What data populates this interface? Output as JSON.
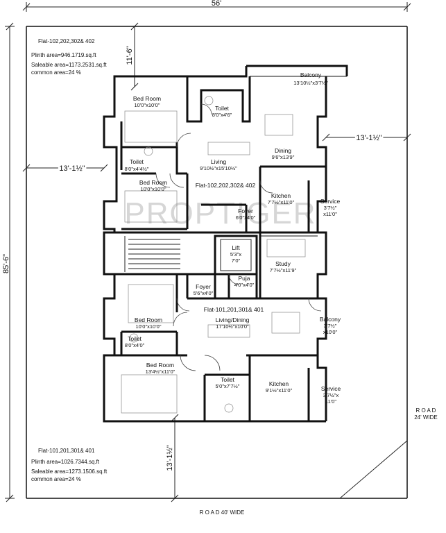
{
  "dimensions": {
    "top_width": "56'",
    "left_height": "85'-6\"",
    "top_setback": "11'-6\"",
    "right_setback": "13'-1½\"",
    "left_setback": "13'-1½\"",
    "bottom_setback": "13'-1½\""
  },
  "roads": {
    "bottom": "R O A D 40' WIDE",
    "right_line1": "R O A D",
    "right_line2": "24' WIDE"
  },
  "upper_flat_info": {
    "title": "Flat-102,202,302& 402",
    "plinth": "Plinth area=946.1719.sq.ft",
    "saleable": "Saleable area=1173.2531.sq.ft",
    "common": "common  area=24 %"
  },
  "lower_flat_info": {
    "title": "Flat-101,201,301& 401",
    "plinth": "Plinth area=1026.7344.sq.ft",
    "saleable": "Saleable area=1273.1506.sq.ft",
    "common": "common  area=24 %"
  },
  "upper_flat": {
    "label": "Flat-102,202,302& 402",
    "balcony": {
      "name": "Balcony",
      "size": "13'10½\"x3'7½\""
    },
    "bed1": {
      "name": "Bed Room",
      "size": "10'0\"x10'0\""
    },
    "toilet1": {
      "name": "Toilet",
      "size": "8'0\"x4'6\""
    },
    "toilet2": {
      "name": "Toilet",
      "size": "8'0\"x4'4½\""
    },
    "living": {
      "name": "Living",
      "size": "9'10½\"x15'10½\""
    },
    "dining": {
      "name": "Dining",
      "size": "9'6\"x13'9\""
    },
    "bed2": {
      "name": "Bed Room",
      "size": "10'0\"x10'0\""
    },
    "kitchen": {
      "name": "Kitchen",
      "size": "7'7½\"x11'0\""
    },
    "service": {
      "name": "Service",
      "size1": "3'7½\"",
      "size2": "x11'0\""
    },
    "foyer": {
      "name": "Foyer",
      "size": "6'0\"x4'0\""
    }
  },
  "core": {
    "lift": {
      "name": "Lift",
      "size1": "5'3\"x",
      "size2": "7'0\""
    },
    "study": {
      "name": "Study",
      "size": "7'7½\"x11'9\""
    },
    "puja": {
      "name": "Puja",
      "size": "4'0\"x4'0\""
    }
  },
  "lower_flat": {
    "label": "Flat-101,201,301& 401",
    "foyer": {
      "name": "Foyer",
      "size": "5'6\"x4'0\""
    },
    "living_dining": {
      "name": "Living/Dining",
      "size": "17'10½\"x10'0\""
    },
    "balcony": {
      "name": "Balcony",
      "size1": "3'7½\"",
      "size2": "x10'0\""
    },
    "bed1": {
      "name": "Bed Room",
      "size": "10'0\"x10'0\""
    },
    "toilet1": {
      "name": "Toilet",
      "size": "8'0\"x4'0\""
    },
    "bed2": {
      "name": "Bed Room",
      "size": "13'4½\"x11'0\""
    },
    "toilet2": {
      "name": "Toilet",
      "size": "5'0\"x7'7½\""
    },
    "kitchen": {
      "name": "Kitchen",
      "size": "9'1½\"x11'0\""
    },
    "service": {
      "name": "Service",
      "size1": "3'7½\"x",
      "size2": "11'0\""
    }
  },
  "watermark": "PROPTIGER"
}
